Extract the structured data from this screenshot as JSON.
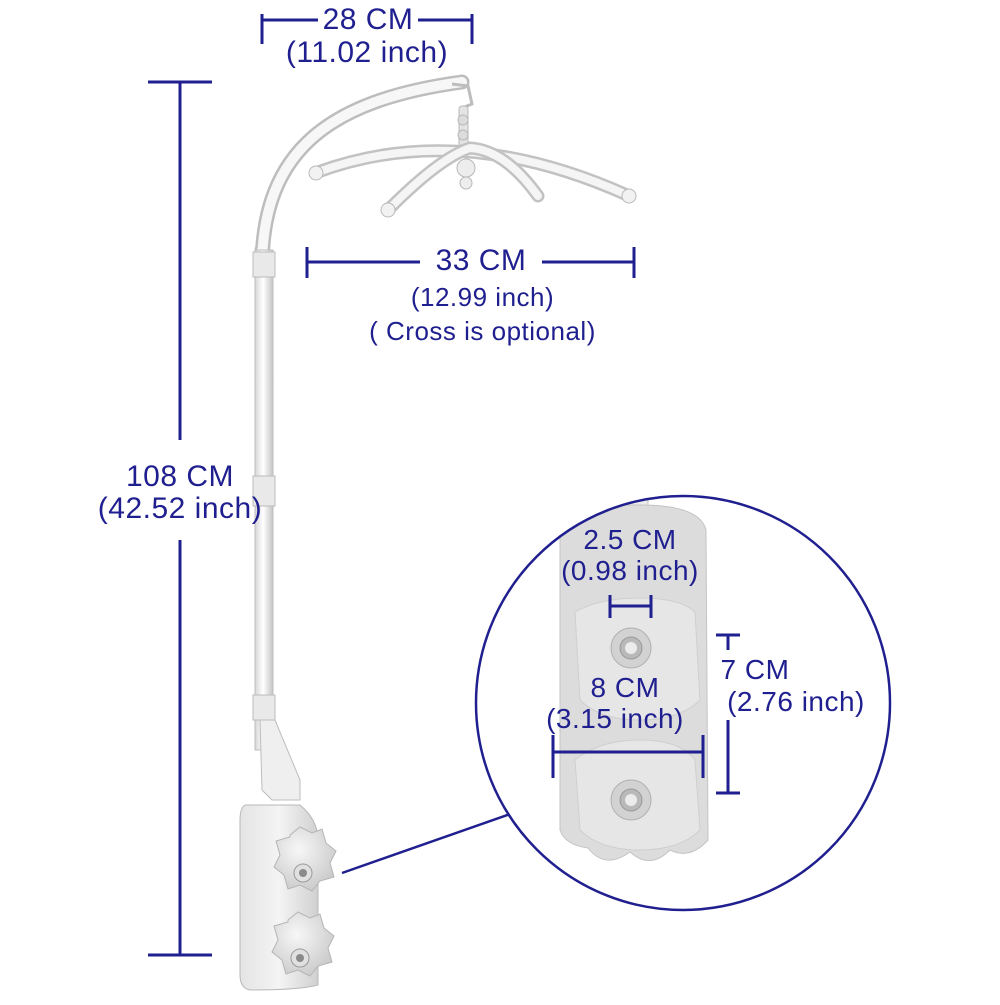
{
  "diagram": {
    "line_color": "#1f1f8f",
    "labels": {
      "top_width_cm": "28 CM",
      "top_width_inch": "(11.02 inch)",
      "arm_width_cm": "33 CM",
      "arm_width_inch": "(12.99 inch)",
      "arm_note": "( Cross is optional)",
      "height_cm": "108 CM",
      "height_inch": "(42.52 inch)",
      "screw_cm": "2.5 CM",
      "screw_inch": "(0.98 inch)",
      "clamp_width_cm": "8 CM",
      "clamp_width_inch": "(3.15 inch)",
      "clamp_height_cm": "7 CM",
      "clamp_height_inch": "(2.76 inch)"
    }
  }
}
